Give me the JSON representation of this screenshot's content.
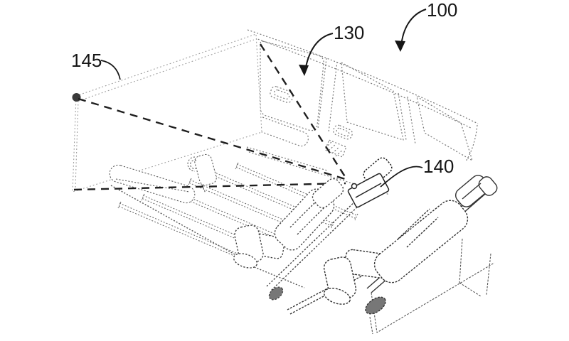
{
  "figure": {
    "title": "Vehicle interior projection system patent drawing",
    "colors": {
      "background": "#ffffff",
      "ink": "#1f1f1f",
      "phantom_line": "#7a7a7a"
    },
    "reference_labels": [
      {
        "id": "100",
        "text": "100"
      },
      {
        "id": "130",
        "text": "130"
      },
      {
        "id": "140",
        "text": "140"
      },
      {
        "id": "145",
        "text": "145"
      }
    ]
  }
}
